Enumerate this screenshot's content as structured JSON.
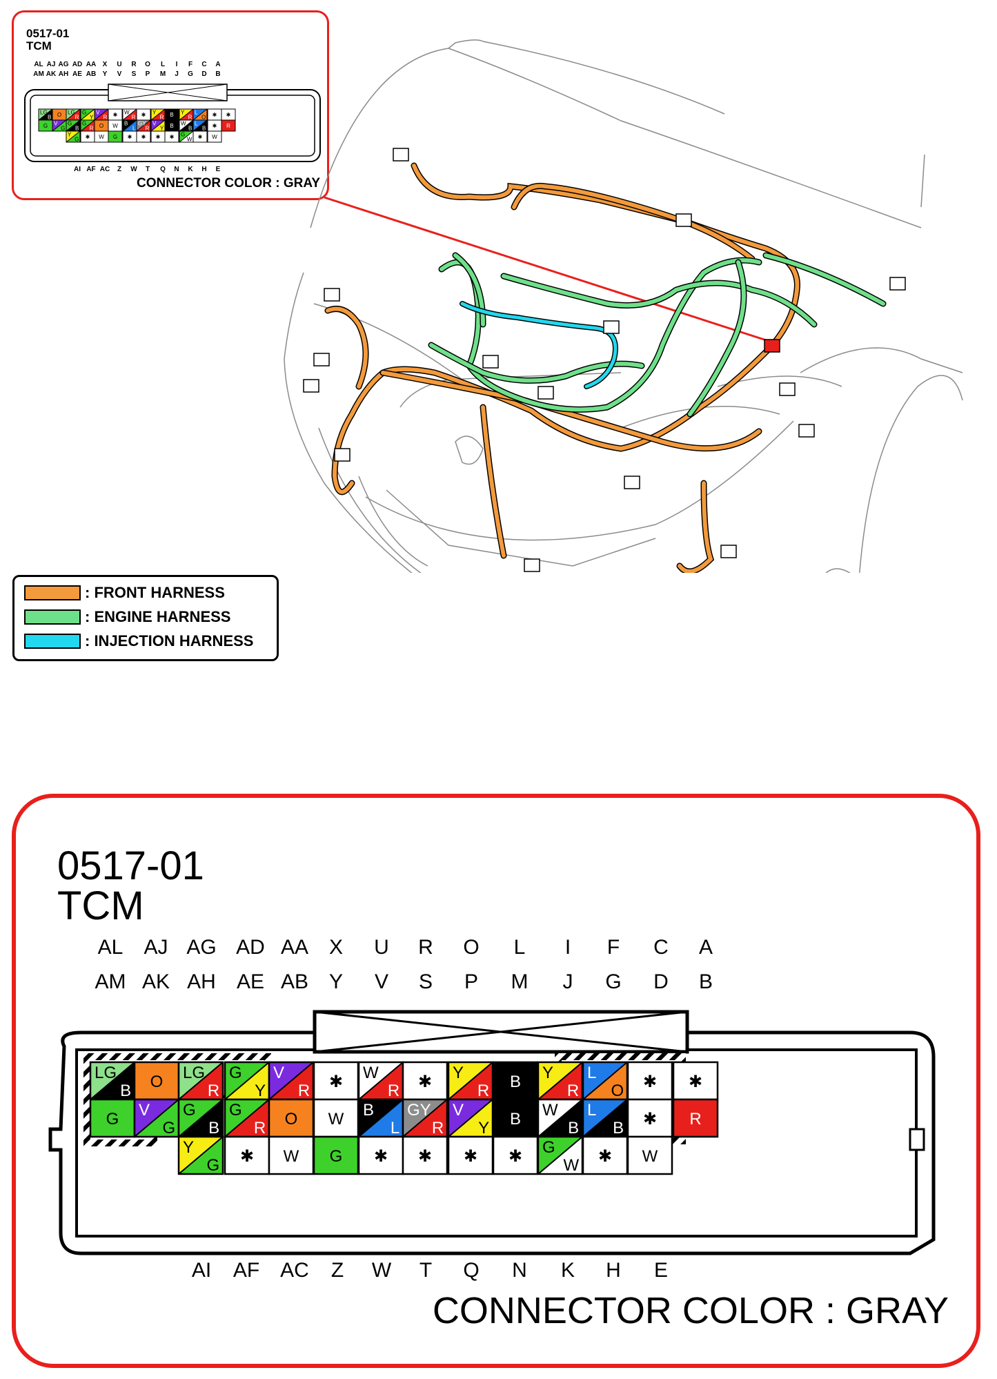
{
  "connector": {
    "code": "0517-01",
    "name": "TCM",
    "color_label": "CONNECTOR COLOR : GRAY"
  },
  "legend": [
    {
      "label": ": FRONT HARNESS",
      "color": "#f39a3c"
    },
    {
      "label": ": ENGINE HARNESS",
      "color": "#6fe08a"
    },
    {
      "label": ": INJECTION HARNESS",
      "color": "#22d8ee"
    }
  ],
  "pin_labels": {
    "top_row1": [
      "AL",
      "AJ",
      "AG",
      "AD",
      "AA",
      "X",
      "U",
      "R",
      "O",
      "L",
      "I",
      "F",
      "C",
      "A"
    ],
    "top_row2": [
      "AM",
      "AK",
      "AH",
      "AE",
      "AB",
      "Y",
      "V",
      "S",
      "P",
      "M",
      "J",
      "G",
      "D",
      "B"
    ],
    "bottom_row": [
      "AI",
      "AF",
      "AC",
      "Z",
      "W",
      "T",
      "Q",
      "N",
      "K",
      "H",
      "E"
    ]
  },
  "pins": {
    "row1": [
      {
        "c1": "#8ee08a",
        "c2": "#000000",
        "t1": "LG",
        "t2": "B"
      },
      {
        "c1": "#f5821f",
        "c2": "#f5821f",
        "t1": "O",
        "t2": ""
      },
      {
        "c1": "#8ee08a",
        "c2": "#e8201c",
        "t1": "LG",
        "t2": "R"
      },
      {
        "c1": "#3ed12b",
        "c2": "#f7ec13",
        "t1": "G",
        "t2": "Y"
      },
      {
        "c1": "#7a2be0",
        "c2": "#e8201c",
        "t1": "V",
        "t2": "R"
      },
      {
        "c1": "#ffffff",
        "c2": "#ffffff",
        "t1": "*",
        "t2": ""
      },
      {
        "c1": "#ffffff",
        "c2": "#e8201c",
        "t1": "W",
        "t2": "R"
      },
      {
        "c1": "#ffffff",
        "c2": "#ffffff",
        "t1": "*",
        "t2": ""
      },
      {
        "c1": "#f7ec13",
        "c2": "#e8201c",
        "t1": "Y",
        "t2": "R"
      },
      {
        "c1": "#000000",
        "c2": "#000000",
        "t1": "B",
        "t2": ""
      },
      {
        "c1": "#f7ec13",
        "c2": "#e8201c",
        "t1": "Y",
        "t2": "R"
      },
      {
        "c1": "#1f7be8",
        "c2": "#f5821f",
        "t1": "L",
        "t2": "O"
      },
      {
        "c1": "#ffffff",
        "c2": "#ffffff",
        "t1": "*",
        "t2": ""
      },
      {
        "c1": "#ffffff",
        "c2": "#ffffff",
        "t1": "*",
        "t2": ""
      }
    ],
    "row2": [
      {
        "c1": "#3ed12b",
        "c2": "#3ed12b",
        "t1": "G",
        "t2": ""
      },
      {
        "c1": "#7a2be0",
        "c2": "#3ed12b",
        "t1": "V",
        "t2": "G"
      },
      {
        "c1": "#3ed12b",
        "c2": "#000000",
        "t1": "G",
        "t2": "B"
      },
      {
        "c1": "#3ed12b",
        "c2": "#e8201c",
        "t1": "G",
        "t2": "R"
      },
      {
        "c1": "#f5821f",
        "c2": "#f5821f",
        "t1": "O",
        "t2": ""
      },
      {
        "c1": "#ffffff",
        "c2": "#ffffff",
        "t1": "W",
        "t2": ""
      },
      {
        "c1": "#000000",
        "c2": "#1f7be8",
        "t1": "B",
        "t2": "L"
      },
      {
        "c1": "#8c8c8c",
        "c2": "#e8201c",
        "t1": "GY",
        "t2": "R"
      },
      {
        "c1": "#7a2be0",
        "c2": "#f7ec13",
        "t1": "V",
        "t2": "Y"
      },
      {
        "c1": "#000000",
        "c2": "#000000",
        "t1": "B",
        "t2": ""
      },
      {
        "c1": "#ffffff",
        "c2": "#000000",
        "t1": "W",
        "t2": "B"
      },
      {
        "c1": "#1f7be8",
        "c2": "#000000",
        "t1": "L",
        "t2": "B"
      },
      {
        "c1": "#ffffff",
        "c2": "#ffffff",
        "t1": "*",
        "t2": ""
      },
      {
        "c1": "#e8201c",
        "c2": "#e8201c",
        "t1": "R",
        "t2": ""
      }
    ],
    "row3": [
      {
        "c1": "#f7ec13",
        "c2": "#3ed12b",
        "t1": "Y",
        "t2": "G"
      },
      {
        "c1": "#ffffff",
        "c2": "#ffffff",
        "t1": "*",
        "t2": ""
      },
      {
        "c1": "#ffffff",
        "c2": "#ffffff",
        "t1": "W",
        "t2": ""
      },
      {
        "c1": "#3ed12b",
        "c2": "#3ed12b",
        "t1": "G",
        "t2": ""
      },
      {
        "c1": "#ffffff",
        "c2": "#ffffff",
        "t1": "*",
        "t2": ""
      },
      {
        "c1": "#ffffff",
        "c2": "#ffffff",
        "t1": "*",
        "t2": ""
      },
      {
        "c1": "#ffffff",
        "c2": "#ffffff",
        "t1": "*",
        "t2": ""
      },
      {
        "c1": "#ffffff",
        "c2": "#ffffff",
        "t1": "*",
        "t2": ""
      },
      {
        "c1": "#3ed12b",
        "c2": "#ffffff",
        "t1": "G",
        "t2": "W"
      },
      {
        "c1": "#ffffff",
        "c2": "#ffffff",
        "t1": "*",
        "t2": ""
      },
      {
        "c1": "#ffffff",
        "c2": "#ffffff",
        "t1": "W",
        "t2": ""
      }
    ]
  }
}
